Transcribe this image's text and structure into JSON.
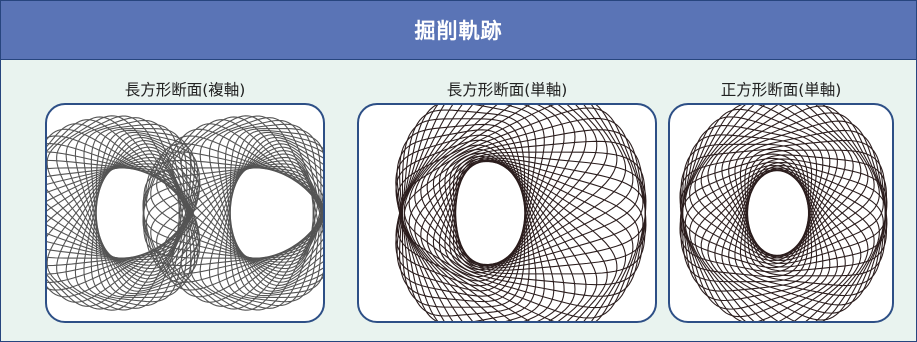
{
  "header": {
    "title": "掘削軌跡"
  },
  "sections": [
    {
      "label": "長方形断面(複軸)",
      "pattern": "dual-axis",
      "curve_color": "#545454"
    },
    {
      "label": "長方形断面(単軸)",
      "pattern": "single-axis-rect",
      "curve_color": "#2b1d1d"
    },
    {
      "label": "正方形断面(単軸)",
      "pattern": "single-axis-square",
      "curve_color": "#2b1d1d"
    }
  ],
  "colors": {
    "header_bg": "#5a74b6",
    "panel_bg": "#e9f3ef",
    "border": "#2d4f86"
  }
}
